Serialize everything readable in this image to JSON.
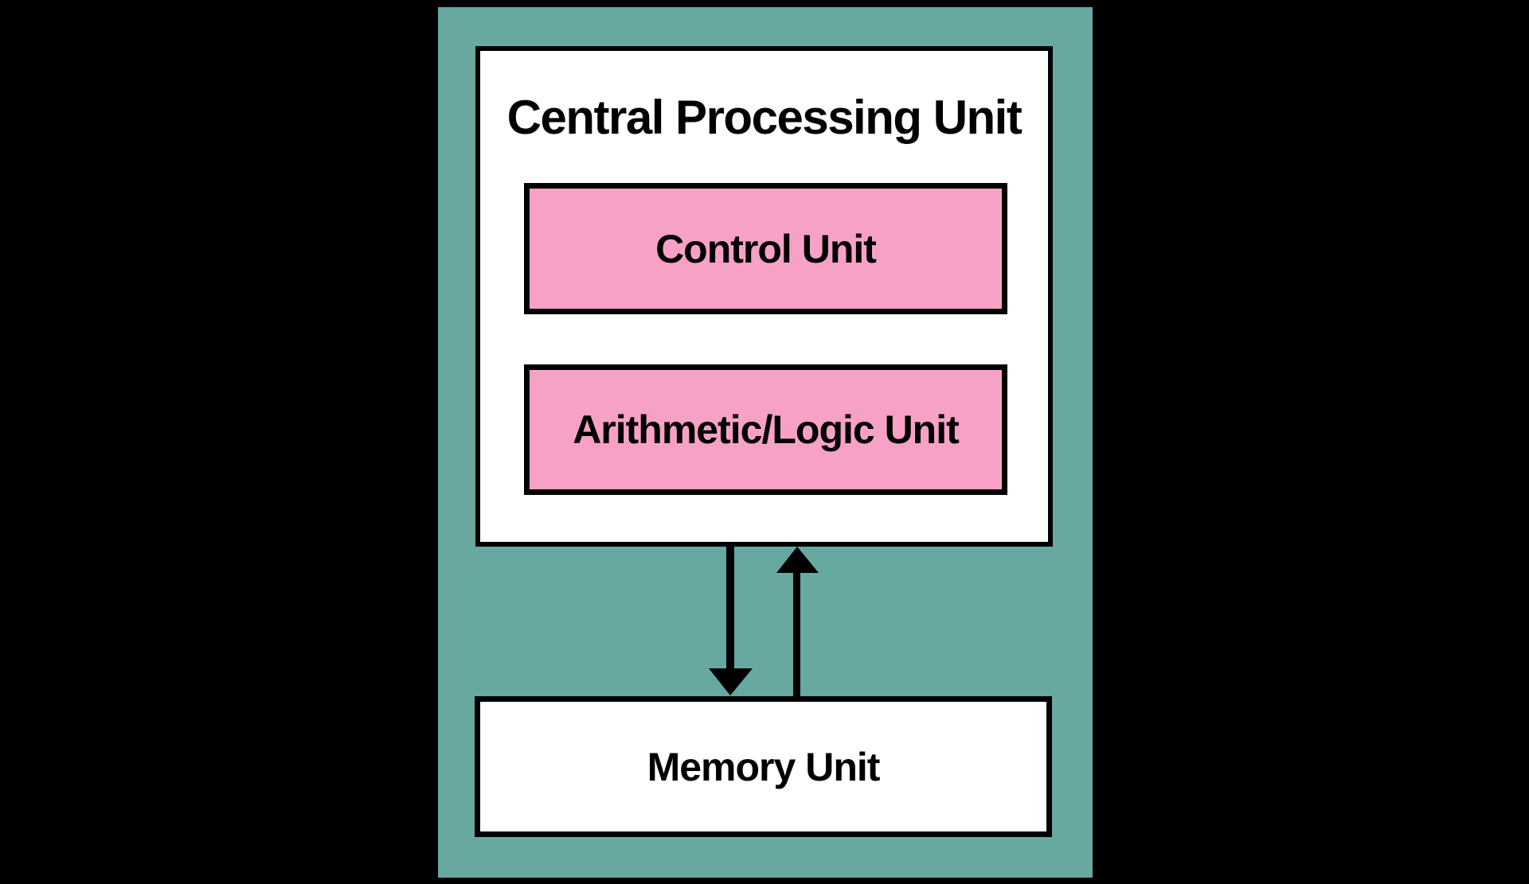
{
  "diagram": {
    "cpu": {
      "label": "Central Processing Unit"
    },
    "control_unit": {
      "label": "Control Unit"
    },
    "alu": {
      "label": "Arithmetic/Logic Unit"
    },
    "memory": {
      "label": "Memory Unit"
    },
    "edges": [
      {
        "from": "cpu",
        "to": "memory",
        "direction": "down"
      },
      {
        "from": "memory",
        "to": "cpu",
        "direction": "up"
      }
    ],
    "colors": {
      "background": "#000000",
      "panel": "#67A8A1",
      "box_fill": "#FFFFFF",
      "unit_fill": "#F7A1C6",
      "border": "#000000",
      "arrow": "#000000",
      "text": "#000000"
    }
  }
}
